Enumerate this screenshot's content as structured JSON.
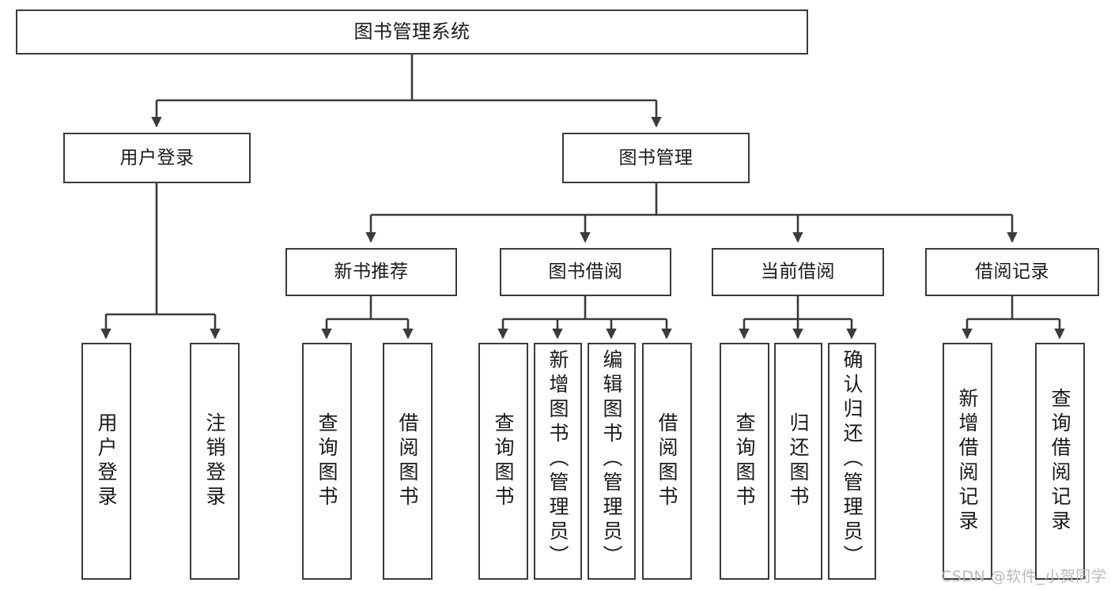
{
  "diagram": {
    "title": "图书管理系统",
    "type": "tree-hierarchy-diagram",
    "stroke_color": "#3b3b3b",
    "fill_color": "#ffffff",
    "text_color": "#1a1a1a",
    "nodes": {
      "root": {
        "label": "图书管理系统"
      },
      "level2": [
        {
          "id": "user-login",
          "label": "用户登录"
        },
        {
          "id": "book-management",
          "label": "图书管理"
        }
      ],
      "level3": [
        {
          "id": "new-book-recommend",
          "label": "新书推荐"
        },
        {
          "id": "book-borrow",
          "label": "图书借阅"
        },
        {
          "id": "current-borrow",
          "label": "当前借阅"
        },
        {
          "id": "borrow-record",
          "label": "借阅记录"
        }
      ],
      "leaves": [
        {
          "id": "leaf-user-login",
          "label": "用户登录"
        },
        {
          "id": "leaf-logout-login",
          "label": "注销登录"
        },
        {
          "id": "leaf-query-book-1",
          "label": "查询图书"
        },
        {
          "id": "leaf-borrow-book-1",
          "label": "借阅图书"
        },
        {
          "id": "leaf-query-book-2",
          "label": "查询图书"
        },
        {
          "id": "leaf-add-book-admin",
          "label": "新增图书（管理员）"
        },
        {
          "id": "leaf-edit-book-admin",
          "label": "编辑图书（管理员）"
        },
        {
          "id": "leaf-borrow-book-2",
          "label": "借阅图书"
        },
        {
          "id": "leaf-query-book-3",
          "label": "查询图书"
        },
        {
          "id": "leaf-return-book",
          "label": "归还图书"
        },
        {
          "id": "leaf-confirm-return-admin",
          "label": "确认归还（管理员）"
        },
        {
          "id": "leaf-add-borrow-record",
          "label": "新增借阅记录"
        },
        {
          "id": "leaf-query-borrow-record",
          "label": "查询借阅记录"
        }
      ]
    },
    "watermark": "CSDN @软件_小贺同学"
  }
}
